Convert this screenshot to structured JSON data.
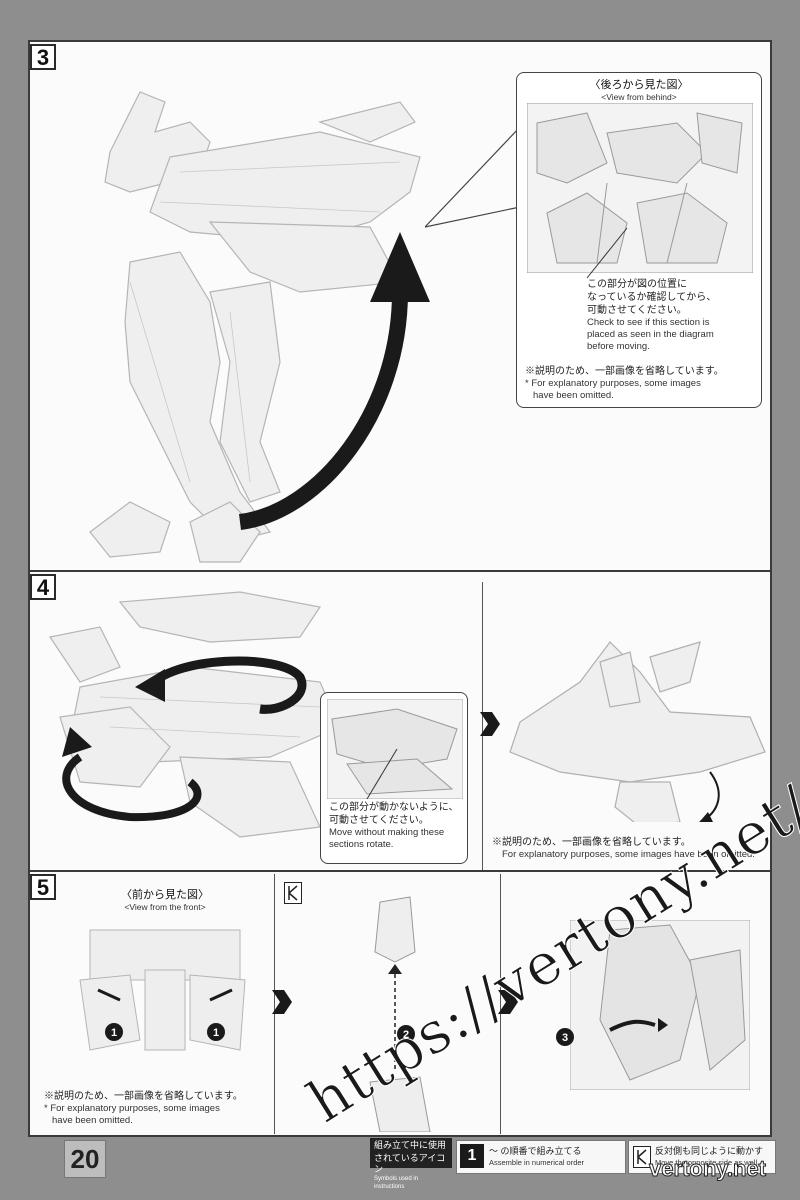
{
  "page_number": "20",
  "steps": [
    {
      "number": "3"
    },
    {
      "number": "4"
    },
    {
      "number": "5"
    }
  ],
  "step3": {
    "callout_title_jp": "〈後ろから見た図〉",
    "callout_title_en": "<View from behind>",
    "check_jp_1": "この部分が図の位置に",
    "check_jp_2": "なっているか確認してから、",
    "check_jp_3": "可動させてください。",
    "check_en_1": "Check to see if this section is",
    "check_en_2": "placed as seen in the diagram",
    "check_en_3": "before moving.",
    "omit_jp": "※説明のため、一部画像を省略しています。",
    "omit_en_1": "* For explanatory purposes, some images",
    "omit_en_2": "have been omitted."
  },
  "step4": {
    "callout_jp_1": "この部分が動かないように、",
    "callout_jp_2": "可動させてください。",
    "callout_en_1": "Move without making these",
    "callout_en_2": "sections rotate.",
    "omit_jp": "※説明のため、一部画像を省略しています。",
    "omit_en": "For explanatory purposes, some images have been omitted."
  },
  "step5": {
    "front_title_jp": "〈前から見た図〉",
    "front_title_en": "<View from the front>",
    "omit_jp": "※説明のため、一部画像を省略しています。",
    "omit_en_1": "* For explanatory purposes, some images",
    "omit_en_2": "have been omitted.",
    "marker_1": "1",
    "marker_2": "2",
    "marker_3": "3"
  },
  "footer": {
    "legend_jp_1": "組み立て中に使用",
    "legend_jp_2": "されているアイコン",
    "legend_en": "Symbols used in instructions",
    "order_icon": "1",
    "order_jp": "〜 の順番で組み立てる",
    "order_en": "Assemble in numerical order",
    "opposite_jp": "反対側も同じように動かす",
    "opposite_en": "Move the opposite side as well."
  },
  "watermark": {
    "main": "https://vertony.net/",
    "corner": "vertony.net"
  }
}
